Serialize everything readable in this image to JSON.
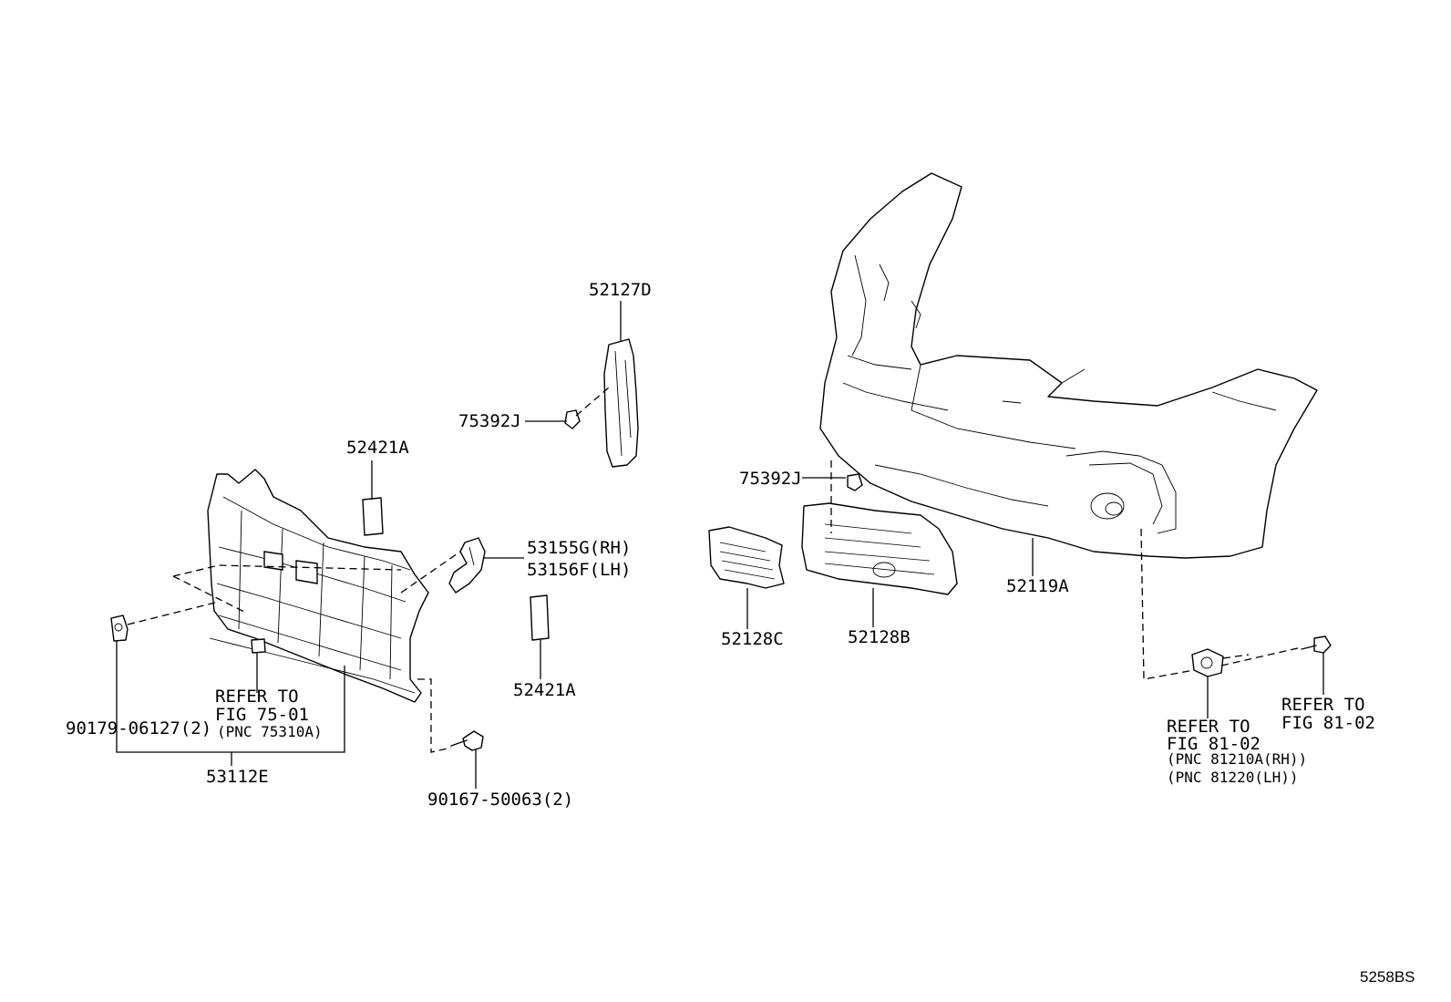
{
  "labels": {
    "p52127D": "52127D",
    "p75392J_a": "75392J",
    "p52421A_a": "52421A",
    "p53155G": "53155G(RH)",
    "p53156F": "53156F(LH)",
    "p52421A_b": "52421A",
    "p90179": "90179-06127(2)",
    "p53112E": "53112E",
    "p90167": "90167-50063(2)",
    "ref75_1": "REFER TO",
    "ref75_2": "FIG 75-01",
    "ref75_3": "(PNC 75310A)",
    "p75392J_b": "75392J",
    "p52128C": "52128C",
    "p52128B": "52128B",
    "p52119A": "52119A",
    "ref81a_1": "REFER TO",
    "ref81a_2": "FIG 81-02",
    "ref81a_3": "(PNC 81210A(RH))",
    "ref81a_4": "(PNC 81220(LH))",
    "ref81b_1": "REFER TO",
    "ref81b_2": "FIG 81-02",
    "diagram_code": "5258BS"
  }
}
